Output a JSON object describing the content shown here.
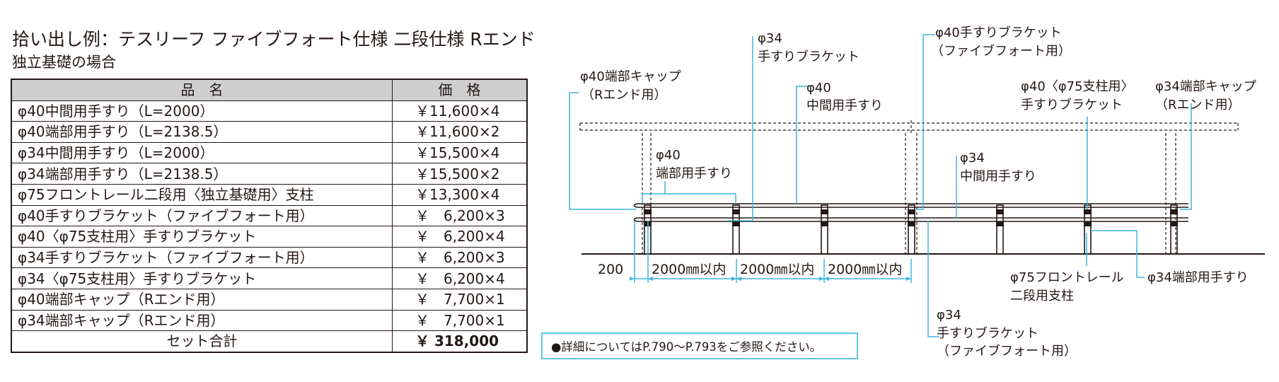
{
  "header": {
    "title": "拾い出し例：テスリーフ ファイブフォート仕様 二段仕様 Rエンド",
    "subtitle": "独立基礎の場合"
  },
  "table": {
    "headers": [
      "品　名",
      "価　格"
    ],
    "rows": [
      {
        "name": "φ40中間用手すり（L=2000）",
        "price": "￥11,600×4"
      },
      {
        "name": "φ40端部用手すり（L=2138.5）",
        "price": "￥11,600×2"
      },
      {
        "name": "φ34中間用手すり（L=2000）",
        "price": "￥15,500×4"
      },
      {
        "name": "φ34端部用手すり（L=2138.5）",
        "price": "￥15,500×2"
      },
      {
        "name": "φ75フロントレール二段用〈独立基礎用〉支柱",
        "price": "￥13,300×4"
      },
      {
        "name": "φ40手すりブラケット（ファイブフォート用）",
        "price": "￥　6,200×3"
      },
      {
        "name": "φ40〈φ75支柱用〉手すりブラケット",
        "price": "￥　6,200×4"
      },
      {
        "name": "φ34手すりブラケット（ファイブフォート用）",
        "price": "￥　6,200×3"
      },
      {
        "name": "φ34〈φ75支柱用〉手すりブラケット",
        "price": "￥　6,200×4"
      },
      {
        "name": "φ40端部キャップ（Rエンド用）",
        "price": "￥　7,700×1"
      },
      {
        "name": "φ34端部キャップ（Rエンド用）",
        "price": "￥　7,700×1"
      }
    ],
    "total_label": "セット合計",
    "total_price": "￥ 318,000"
  },
  "note": "●詳細についてはP.790〜P.793をご参照ください。",
  "diagram": {
    "callouts": {
      "phi34_bracket_top": [
        "φ34",
        "手すりブラケット"
      ],
      "phi40_bracket_five": [
        "φ40手すりブラケット",
        "（ファイブフォート用）"
      ],
      "phi40_end_cap": [
        "φ40端部キャップ",
        "（Rエンド用）"
      ],
      "phi40_middle": [
        "φ40",
        "中間用手すり"
      ],
      "phi40_75_bracket": [
        "φ40〈φ75支柱用〉",
        "手すりブラケット"
      ],
      "phi34_end_cap": [
        "φ34端部キャップ",
        "（Rエンド用）"
      ],
      "phi40_end_rail": [
        "φ40",
        "端部用手すり"
      ],
      "phi34_middle": [
        "φ34",
        "中間用手すり"
      ],
      "phi75_post": [
        "φ75フロントレール",
        "二段用支柱"
      ],
      "phi34_end_rail": "φ34端部用手すり",
      "phi34_bracket_bottom": [
        "φ34",
        "手すりブラケット",
        "（ファイブフォート用）"
      ]
    },
    "dimensions": [
      "200",
      "2000㎜以内",
      "2000㎜以内",
      "2000㎜以内"
    ]
  },
  "colors": {
    "leader": "#3fb4dc",
    "ink": "#231815",
    "header_bg": "#cfcfcf",
    "note_border": "#5bc5e6"
  }
}
